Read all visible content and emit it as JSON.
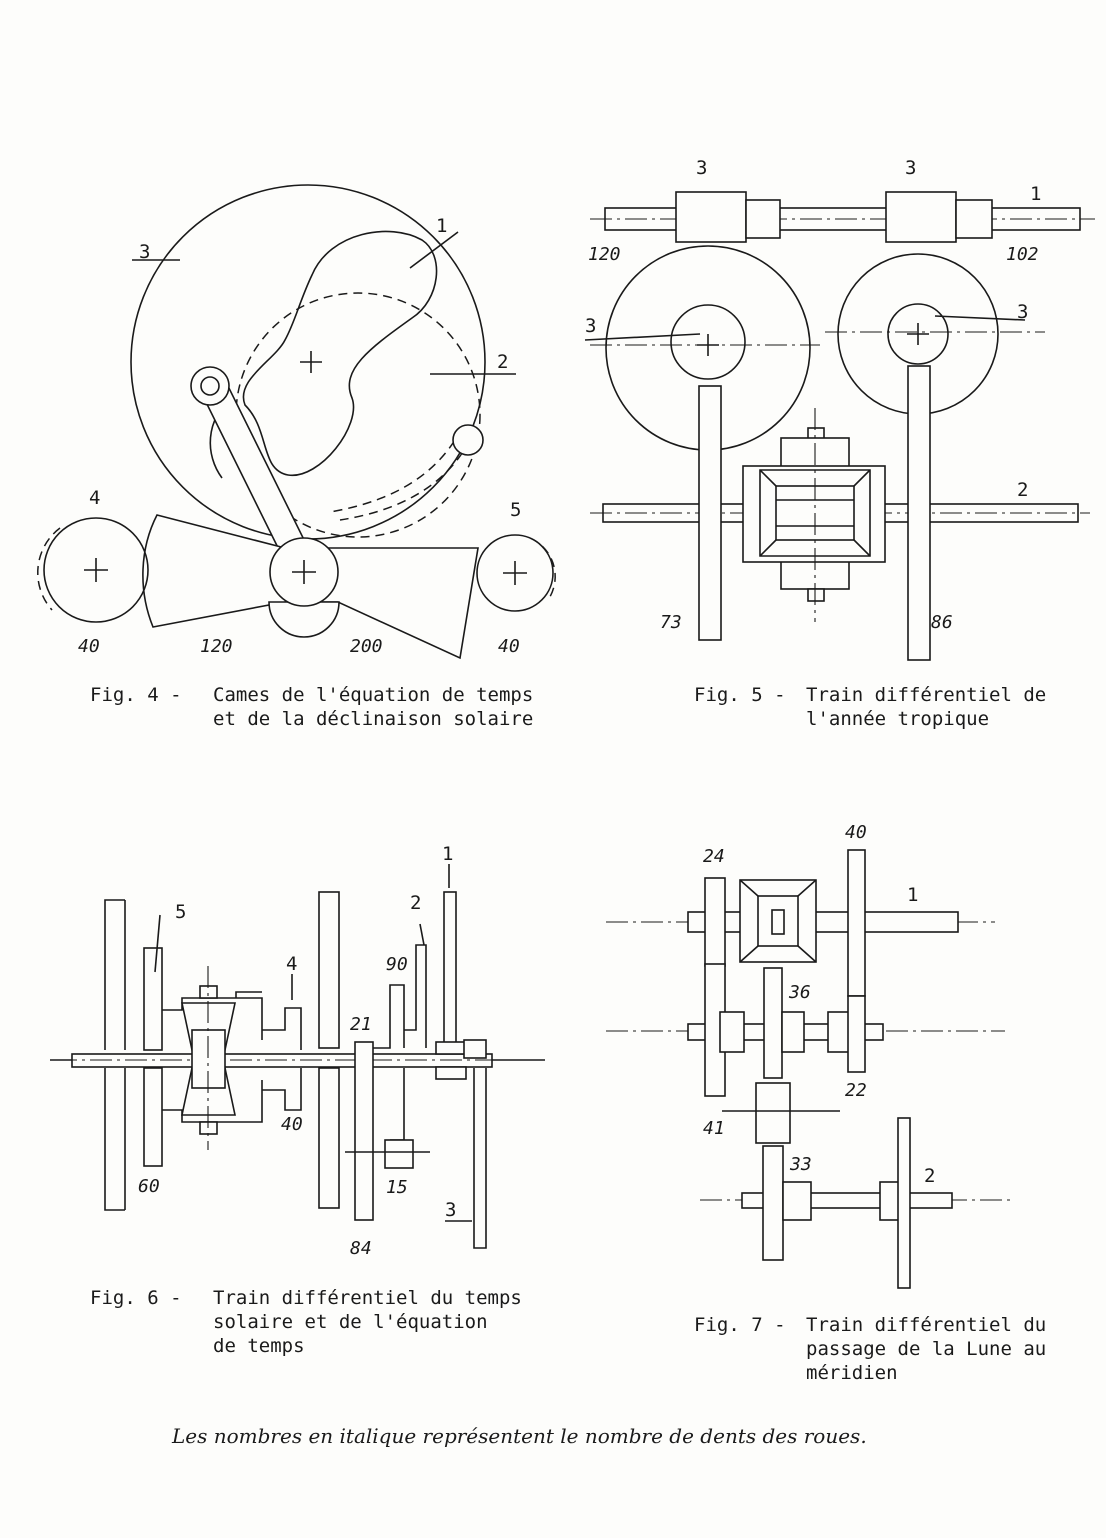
{
  "figures": {
    "fig4": {
      "caption_number": "Fig. 4 -",
      "caption_line1": "Cames de l'équation de temps",
      "caption_line2": "et de la déclinaison solaire",
      "labels": {
        "l1": "1",
        "l2": "2",
        "l3": "3",
        "l4": "4",
        "l5": "5"
      },
      "teeth": {
        "t40a": "40",
        "t120": "120",
        "t200": "200",
        "t40b": "40"
      }
    },
    "fig5": {
      "caption_number": "Fig. 5 -",
      "caption_line1": "Train différentiel de",
      "caption_line2": "l'année tropique",
      "labels": {
        "l3a": "3",
        "l3b": "3",
        "l1": "1",
        "l3c": "3",
        "l3d": "3",
        "l2": "2"
      },
      "teeth": {
        "t120": "120",
        "t102": "102",
        "t73": "73",
        "t86": "86"
      }
    },
    "fig6": {
      "caption_number": "Fig. 6 -",
      "caption_line1": "Train différentiel du temps",
      "caption_line2": "solaire et de l'équation",
      "caption_line3": "de temps",
      "labels": {
        "l1": "1",
        "l2": "2",
        "l3": "3",
        "l4": "4",
        "l5": "5"
      },
      "teeth": {
        "t90": "90",
        "t21": "21",
        "t40": "40",
        "t60": "60",
        "t15": "15",
        "t84": "84"
      }
    },
    "fig7": {
      "caption_number": "Fig. 7 -",
      "caption_line1": "Train différentiel du",
      "caption_line2": "passage de la Lune au",
      "caption_line3": "méridien",
      "labels": {
        "l1": "1",
        "l2": "2"
      },
      "teeth": {
        "t40": "40",
        "t24": "24",
        "t36": "36",
        "t22": "22",
        "t41": "41",
        "t33": "33"
      }
    }
  },
  "note": "Les nombres en italique représentent le nombre de dents des roues."
}
